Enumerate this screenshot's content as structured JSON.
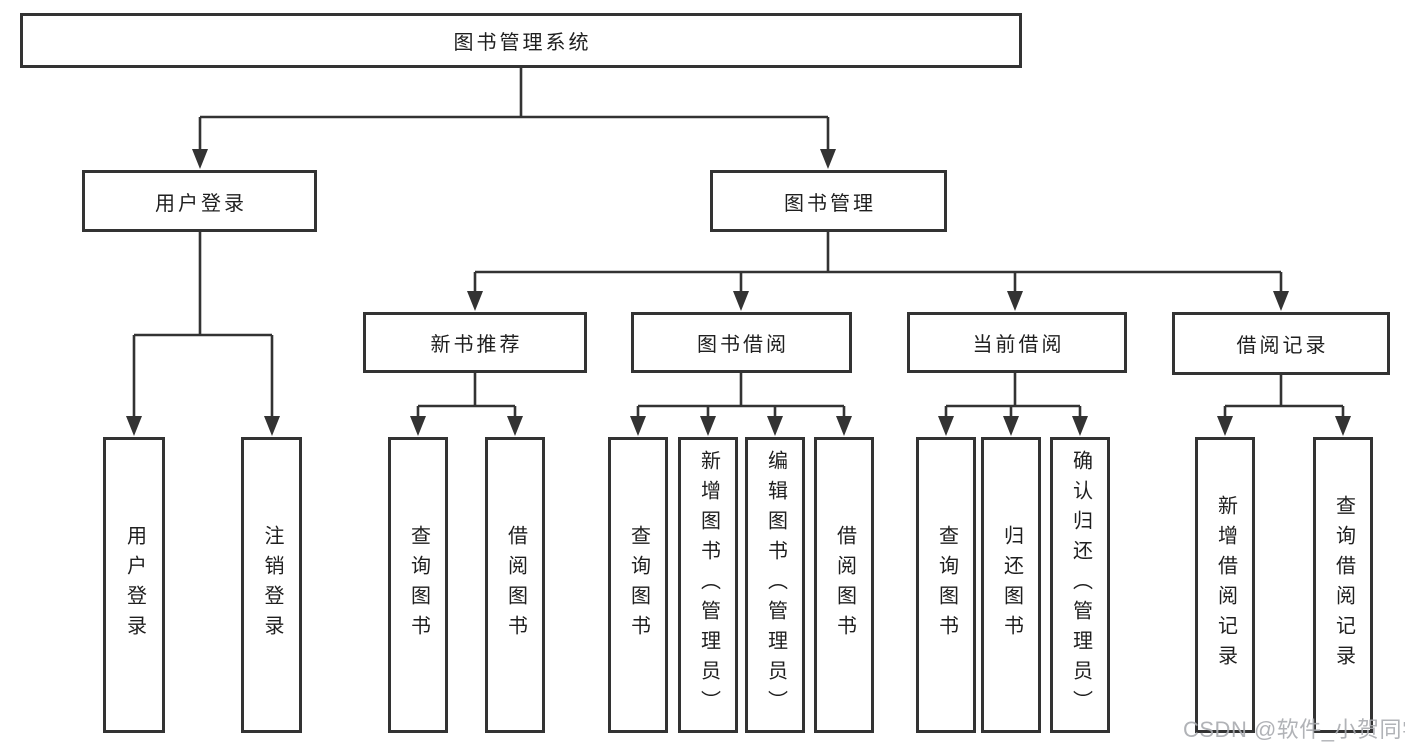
{
  "colors": {
    "line": "#333333",
    "border": "#333333",
    "text": "#1f1f1f",
    "watermark": "#a9abb0",
    "background": "#ffffff"
  },
  "tree": {
    "root": {
      "label": "图书管理系统"
    },
    "level2": [
      {
        "key": "user-login",
        "label": "用户登录"
      },
      {
        "key": "book-management",
        "label": "图书管理"
      }
    ],
    "level3": [
      {
        "key": "new-book-recommend",
        "label": "新书推荐"
      },
      {
        "key": "book-borrowing",
        "label": "图书借阅"
      },
      {
        "key": "current-borrowing",
        "label": "当前借阅"
      },
      {
        "key": "borrowing-records",
        "label": "借阅记录"
      }
    ],
    "leaves": [
      {
        "parent": "用户登录",
        "label": "用户登录"
      },
      {
        "parent": "用户登录",
        "label": "注销登录"
      },
      {
        "parent": "新书推荐",
        "label": "查询图书"
      },
      {
        "parent": "新书推荐",
        "label": "借阅图书"
      },
      {
        "parent": "图书借阅",
        "label": "查询图书"
      },
      {
        "parent": "图书借阅",
        "label": "新增图书（管理员）"
      },
      {
        "parent": "图书借阅",
        "label": "编辑图书（管理员）"
      },
      {
        "parent": "图书借阅",
        "label": "借阅图书"
      },
      {
        "parent": "当前借阅",
        "label": "查询图书"
      },
      {
        "parent": "当前借阅",
        "label": "归还图书"
      },
      {
        "parent": "当前借阅",
        "label": "确认归还（管理员）"
      },
      {
        "parent": "借阅记录",
        "label": "新增借阅记录"
      },
      {
        "parent": "借阅记录",
        "label": "查询借阅记录"
      }
    ]
  },
  "watermark": {
    "text": "CSDN @软件_小贺同学"
  }
}
